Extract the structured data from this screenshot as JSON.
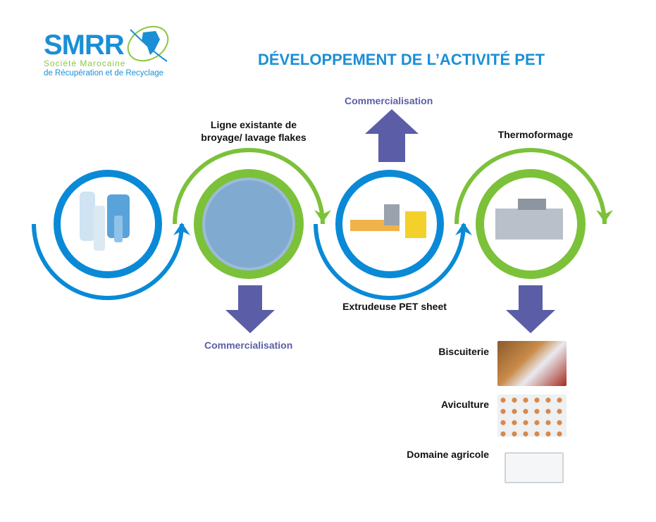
{
  "logo": {
    "name": "SMRR",
    "line1": "Société Marocaine",
    "line2": "de Récupération et de Recyclage"
  },
  "title": "DÉVELOPPEMENT DE L’ACTIVITÉ PET",
  "steps": {
    "flakes_line": "Ligne existante de broyage/ lavage flakes",
    "extruder": "Extrudeuse PET sheet",
    "thermoforming": "Thermoformage"
  },
  "commercialisation_top": "Commercialisation",
  "commercialisation_bottom": "Commercialisation",
  "products": [
    "Biscuiterie",
    "Aviculture",
    "Domaine agricole"
  ],
  "colors": {
    "blue": "#0a8ad6",
    "green": "#7cc13a",
    "purple": "#5b5ea6"
  }
}
